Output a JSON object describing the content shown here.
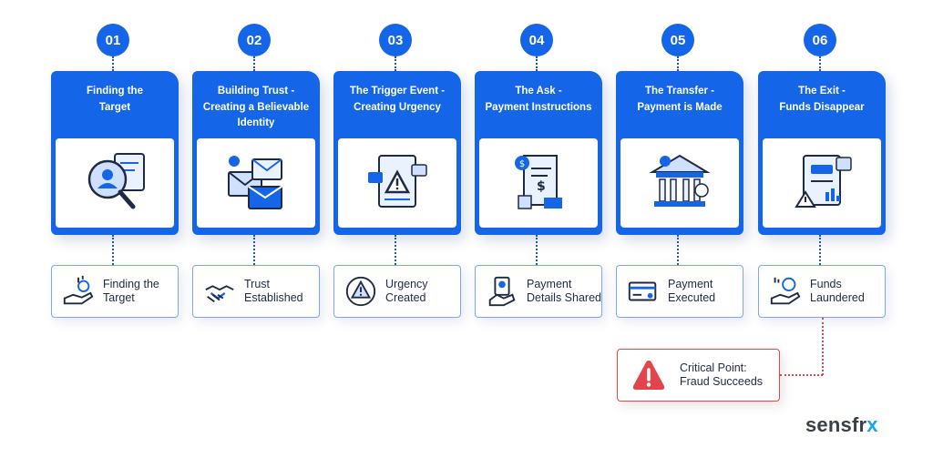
{
  "steps": [
    {
      "num": "01",
      "title": "Finding the\nTarget",
      "icon": "search-person-icon",
      "result_icon": "coins-hand-icon",
      "result": "Finding the\nTarget"
    },
    {
      "num": "02",
      "title": "Building Trust -\nCreating a Believable\nIdentity",
      "icon": "envelopes-icon",
      "result_icon": "handshake-icon",
      "result": "Trust\nEstablished"
    },
    {
      "num": "03",
      "title": "The Trigger Event -\nCreating Urgency",
      "icon": "warning-document-icon",
      "result_icon": "warning-triangle-icon",
      "result": "Urgency\nCreated"
    },
    {
      "num": "04",
      "title": "The Ask -\nPayment Instructions",
      "icon": "invoice-icon",
      "result_icon": "payment-hand-icon",
      "result": "Payment\nDetails Shared"
    },
    {
      "num": "05",
      "title": "The Transfer -\nPayment is Made",
      "icon": "bank-icon",
      "result_icon": "credit-card-icon",
      "result": "Payment\nExecuted"
    },
    {
      "num": "06",
      "title": "The Exit -\nFunds Disappear",
      "icon": "fraud-document-icon",
      "result_icon": "funds-hand-icon",
      "result": "Funds\nLaundered"
    }
  ],
  "critical": {
    "label": "Critical Point:\nFraud Succeeds",
    "icon": "alert-icon"
  },
  "brand": {
    "main": "sensfr",
    "accent": "x"
  },
  "colors": {
    "primary": "#1565e8",
    "alert": "#e0464b",
    "brand_accent": "#1aa5e8"
  }
}
